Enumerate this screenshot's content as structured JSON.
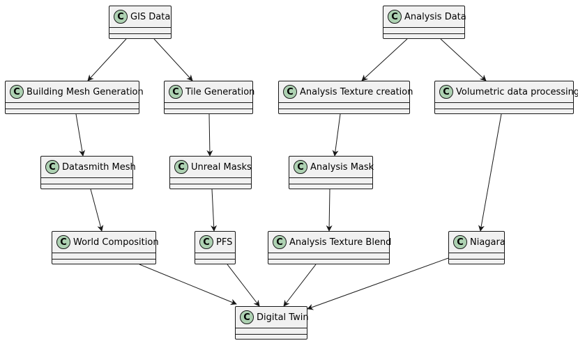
{
  "nodes": [
    {
      "id": "gis",
      "label": "GIS Data",
      "badge": "C"
    },
    {
      "id": "analysis",
      "label": "Analysis Data",
      "badge": "C"
    },
    {
      "id": "bmg",
      "label": "Building Mesh Generation",
      "badge": "C"
    },
    {
      "id": "tile",
      "label": "Tile Generation",
      "badge": "C"
    },
    {
      "id": "atc",
      "label": "Analysis Texture creation",
      "badge": "C"
    },
    {
      "id": "vdp",
      "label": "Volumetric data processing",
      "badge": "C"
    },
    {
      "id": "dsm",
      "label": "Datasmith Mesh",
      "badge": "C"
    },
    {
      "id": "um",
      "label": "Unreal Masks",
      "badge": "C"
    },
    {
      "id": "am",
      "label": "Analysis Mask",
      "badge": "C"
    },
    {
      "id": "wc",
      "label": "World Composition",
      "badge": "C"
    },
    {
      "id": "pfs",
      "label": "PFS",
      "badge": "C"
    },
    {
      "id": "atb",
      "label": "Analysis Texture Blend",
      "badge": "C"
    },
    {
      "id": "niag",
      "label": "Niagara",
      "badge": "C"
    },
    {
      "id": "dt",
      "label": "Digital Twin",
      "badge": "C"
    }
  ],
  "edges": [
    {
      "from": "gis",
      "to": "bmg"
    },
    {
      "from": "gis",
      "to": "tile"
    },
    {
      "from": "analysis",
      "to": "atc"
    },
    {
      "from": "analysis",
      "to": "vdp"
    },
    {
      "from": "bmg",
      "to": "dsm"
    },
    {
      "from": "tile",
      "to": "um"
    },
    {
      "from": "atc",
      "to": "am"
    },
    {
      "from": "vdp",
      "to": "niag"
    },
    {
      "from": "dsm",
      "to": "wc"
    },
    {
      "from": "um",
      "to": "pfs"
    },
    {
      "from": "am",
      "to": "atb"
    },
    {
      "from": "wc",
      "to": "dt"
    },
    {
      "from": "pfs",
      "to": "dt"
    },
    {
      "from": "atb",
      "to": "dt"
    },
    {
      "from": "niag",
      "to": "dt"
    }
  ],
  "colors": {
    "node_fill": "#f1f1f1",
    "node_border": "#181818",
    "badge_fill": "#add1b2",
    "edge": "#181818"
  }
}
